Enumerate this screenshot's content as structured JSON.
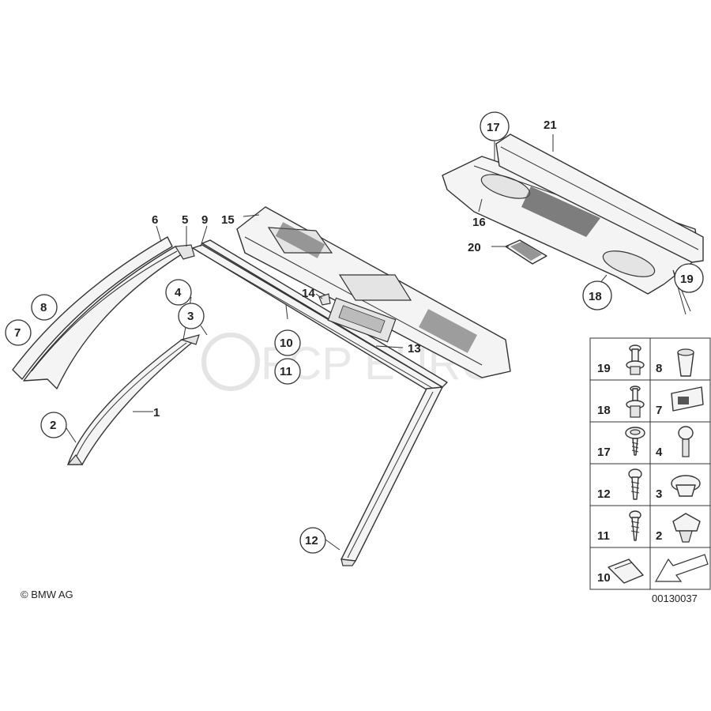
{
  "copyright": "© BMW AG",
  "diagram_number": "00130037",
  "watermark": "FCP EURO",
  "callouts": {
    "c1": "1",
    "c2": "2",
    "c3": "3",
    "c4": "4",
    "c5": "5",
    "c6": "6",
    "c7": "7",
    "c8": "8",
    "c9": "9",
    "c10": "10",
    "c11": "11",
    "c12": "12",
    "c13": "13",
    "c14": "14",
    "c15": "15",
    "c16": "16",
    "c17": "17",
    "c18": "18",
    "c19": "19",
    "c20": "20",
    "c21": "21"
  },
  "fastener_grid": {
    "rows": [
      {
        "left": "19",
        "right": "8"
      },
      {
        "left": "18",
        "right": "7"
      },
      {
        "left": "17",
        "right": "4"
      },
      {
        "left": "12",
        "right": "3"
      },
      {
        "left": "11",
        "right": "2"
      },
      {
        "left": "10",
        "right": ""
      }
    ]
  }
}
